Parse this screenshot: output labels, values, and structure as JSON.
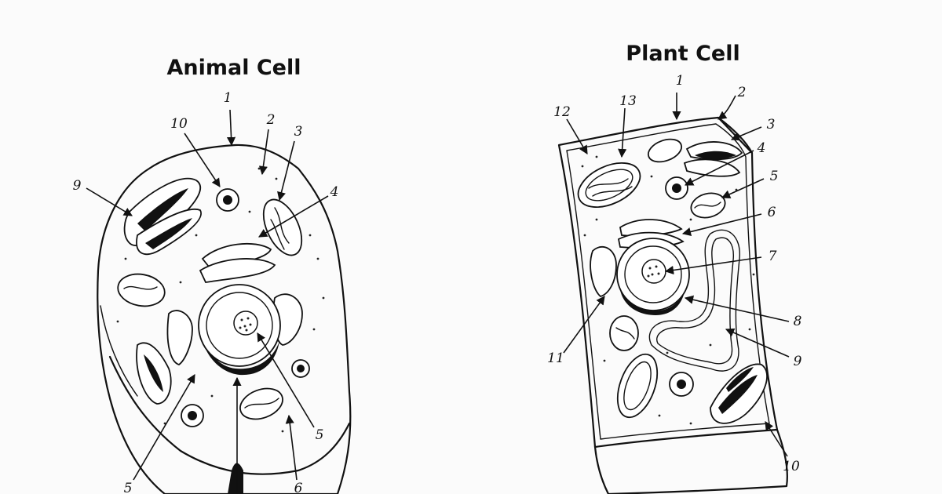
{
  "animal_cell": {
    "title": "Animal Cell",
    "labels": [
      "1",
      "2",
      "3",
      "4",
      "5",
      "5",
      "6",
      "9",
      "10"
    ]
  },
  "plant_cell": {
    "title": "Plant Cell",
    "labels": [
      "1",
      "2",
      "3",
      "4",
      "5",
      "6",
      "7",
      "8",
      "9",
      "10",
      "11",
      "12",
      "13"
    ]
  },
  "colors": {
    "ink": "#111111",
    "paper": "#fbfbfb"
  }
}
